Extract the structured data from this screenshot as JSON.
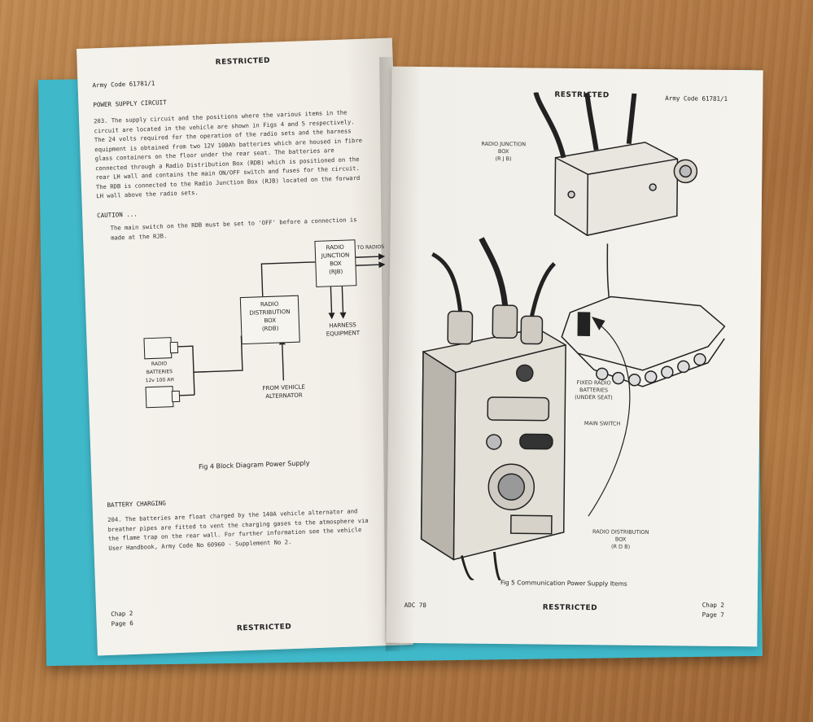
{
  "left_page": {
    "header": "RESTRICTED",
    "army_code": "Army Code 61781/1",
    "section_title": "POWER SUPPLY CIRCUIT",
    "para_203": [
      "203. The supply circuit and the positions where the various items in the",
      "circuit are located in the vehicle are shown in Figs 4 and 5 respectively.",
      "The 24 volts required for the operation of the radio sets and the harness",
      "equipment is obtained from two 12V 100Ah batteries which are housed in fibre",
      "glass containers on the floor under the rear seat. The batteries are",
      "connected through a Radio Distribution Box (RDB) which is positioned on the",
      "rear LH wall and contains the main ON/OFF switch and fuses for the circuit.",
      "The RDB is connected to the Radio Junction Box (RJB) located on the forward",
      "LH wall above the radio sets."
    ],
    "caution_title": "CAUTION ...",
    "caution_text": [
      "The main switch on the RDB must be set to 'OFF' before a connection is",
      "made at the RJB."
    ],
    "diagram": {
      "rjb_lines": [
        "RADIO",
        "JUNCTION",
        "BOX",
        "(RJB)"
      ],
      "to_radio": "TO RADIOS",
      "harness_lines": [
        "HARNESS",
        "EQUIPMENT"
      ],
      "rdb_lines": [
        "RADIO",
        "DISTRIBUTION",
        "BOX",
        "(RDB)"
      ],
      "batteries_lines": [
        "RADIO",
        "BATTERIES",
        "12v 100 AH"
      ],
      "alternator_lines": [
        "FROM VEHICLE",
        "ALTERNATOR"
      ]
    },
    "fig_caption": "Fig 4 Block Diagram Power Supply",
    "charging_title": "BATTERY CHARGING",
    "para_204": [
      "204. The batteries are float charged by the 140A vehicle alternator and",
      "breather pipes are fitted to vent the charging gases to the atmosphere via",
      "the flame trap on the rear wall. For further information see the vehicle",
      "User Handbook, Army Code No 60960 - Supplement No 2."
    ],
    "footer_chap": "Chap 2",
    "footer_page": "Page 6",
    "footer_restricted": "RESTRICTED"
  },
  "right_page": {
    "header": "RESTRICTED",
    "army_code": "Army Code 61781/1",
    "callouts": {
      "rjb": [
        "RADIO JUNCTION",
        "BOX",
        "(R J B)"
      ],
      "batteries": [
        "FIXED RADIO",
        "BATTERIES",
        "(UNDER SEAT)"
      ],
      "main_switch": [
        "MAIN SWITCH"
      ],
      "rdb": [
        "RADIO DISTRIBUTION",
        "BOX",
        "(R D B)"
      ]
    },
    "fig_caption": "Fig 5 Communication Power Supply Items",
    "footer_adc": "ADC 78",
    "footer_restricted": "RESTRICTED",
    "footer_chap": "Chap 2",
    "footer_page": "Page 7"
  },
  "colors": {
    "desk": "#b07a45",
    "cover": "#3fb8c9",
    "paper": "#f4f2ec",
    "ink": "#222222"
  }
}
